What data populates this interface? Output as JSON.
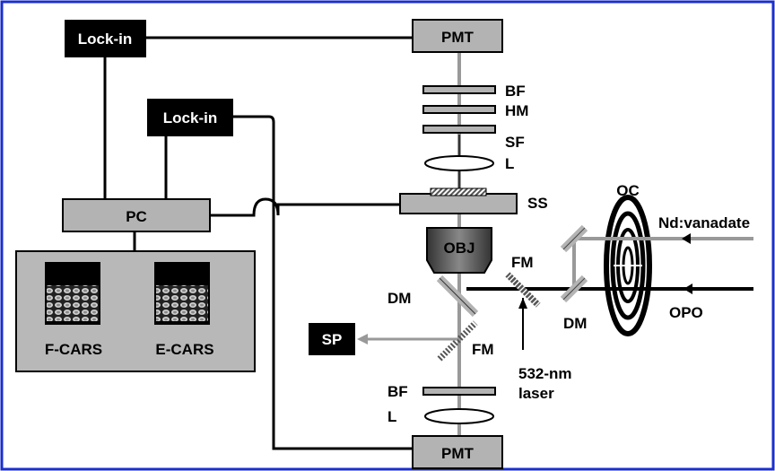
{
  "colors": {
    "border": "#1a2ecf",
    "gray_box": "#b3b3b3",
    "dark_box": "#000000",
    "objective": "#555555",
    "beam_gray": "#999999",
    "screen_bg": "#b8b8b8"
  },
  "labels": {
    "lockin_top": "Lock-in",
    "lockin_mid": "Lock-in",
    "pmt_top": "PMT",
    "pmt_bottom": "PMT",
    "pc": "PC",
    "bf_top": "BF",
    "hm": "HM",
    "sf": "SF",
    "l_top": "L",
    "ss": "SS",
    "obj": "OBJ",
    "oc": "OC",
    "nd_vanadate": "Nd:vanadate",
    "opo": "OPO",
    "fm_right": "FM",
    "dm_left": "DM",
    "dm_right": "DM",
    "sp": "SP",
    "fm_left": "FM",
    "laser_line1": "532-nm",
    "laser_line2": "laser",
    "bf_bottom": "BF",
    "l_bottom": "L",
    "f_cars": "F-CARS",
    "e_cars": "E-CARS"
  }
}
